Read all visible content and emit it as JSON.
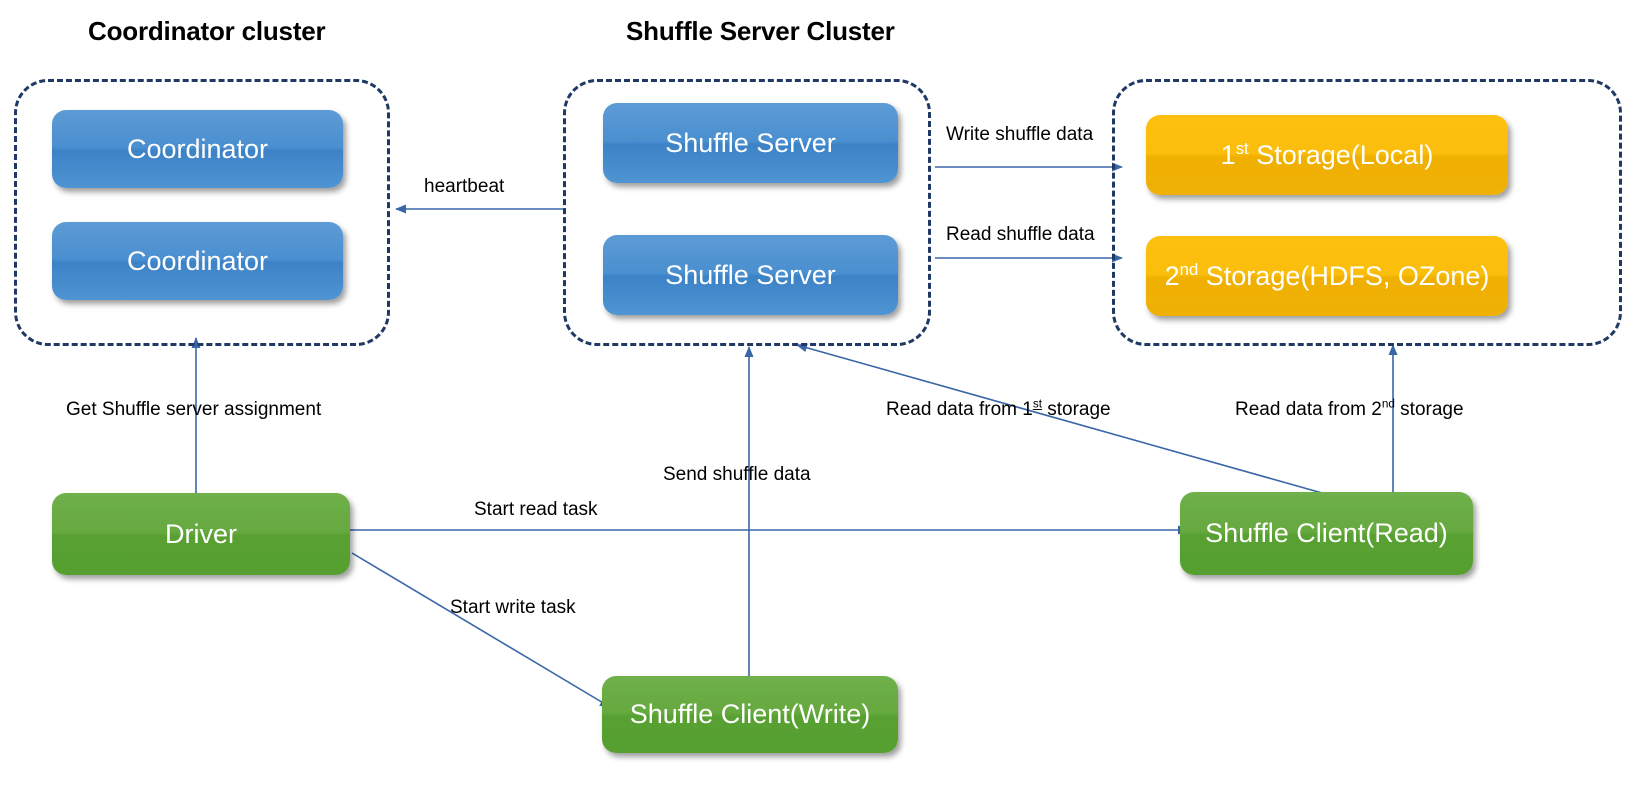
{
  "diagram": {
    "title_coordinator_cluster": "Coordinator cluster",
    "title_shuffle_server_cluster": "Shuffle Server Cluster",
    "colors": {
      "node_blue": "#4A8FD0",
      "node_orange": "#FBBE0C",
      "node_green": "#66A93F",
      "cluster_border": "#1F3864",
      "arrow": "#3A66A8",
      "text_dark": "#000000",
      "node_text": "#FFFFFF",
      "background": "#FFFFFF"
    },
    "clusters": [
      {
        "id": "coordinator-cluster",
        "label": "Coordinator cluster"
      },
      {
        "id": "shuffle-server-cluster",
        "label": "Shuffle Server Cluster"
      },
      {
        "id": "storage-cluster",
        "label": ""
      }
    ],
    "nodes": {
      "coordinator_1": "Coordinator",
      "coordinator_2": "Coordinator",
      "shuffle_server_1": "Shuffle Server",
      "shuffle_server_2": "Shuffle Server",
      "storage_1_prefix": "1",
      "storage_1_sup": "st",
      "storage_1_suffix": " Storage(Local)",
      "storage_2_prefix": "2",
      "storage_2_sup": "nd",
      "storage_2_suffix": " Storage(HDFS, OZone)",
      "driver": "Driver",
      "shuffle_client_write": "Shuffle Client(Write)",
      "shuffle_client_read": "Shuffle Client(Read)"
    },
    "edges": {
      "heartbeat": "heartbeat",
      "write_shuffle_data": "Write shuffle data",
      "read_shuffle_data": "Read shuffle data",
      "get_shuffle_server_assignment": "Get Shuffle server assignment",
      "send_shuffle_data": "Send shuffle data",
      "start_read_task": "Start read task",
      "start_write_task": "Start write task",
      "read_data_from_1st_storage_prefix": "Read data from 1",
      "read_data_from_1st_storage_sup": "st",
      "read_data_from_1st_storage_suffix": " storage",
      "read_data_from_2nd_storage_prefix": "Read data from 2",
      "read_data_from_2nd_storage_sup": "nd",
      "read_data_from_2nd_storage_suffix": " storage"
    }
  }
}
